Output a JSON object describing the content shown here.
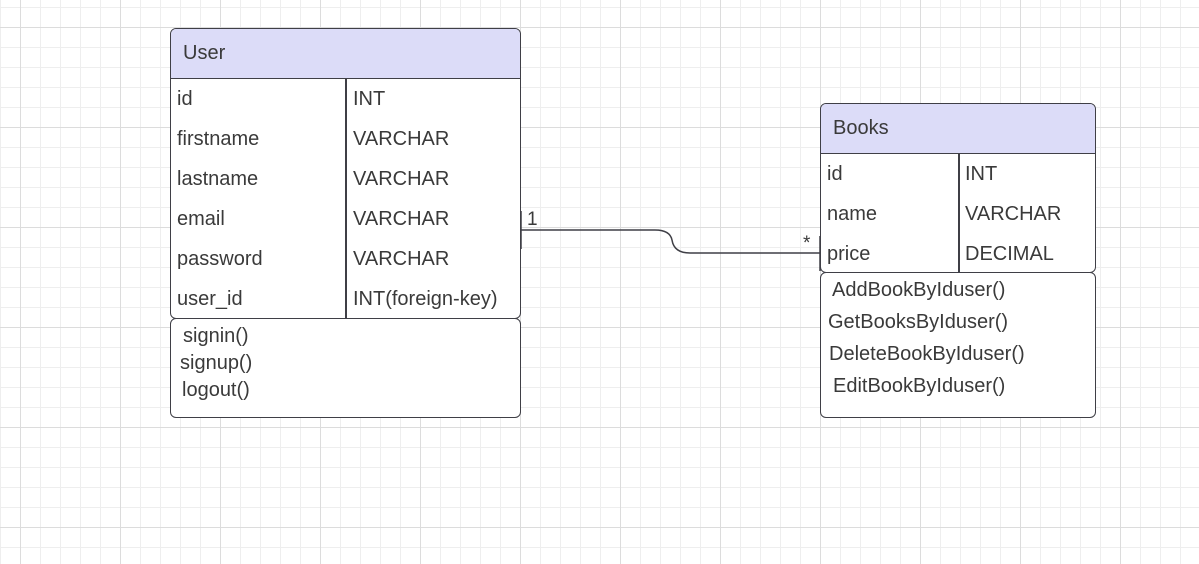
{
  "user_entity": {
    "title": "User",
    "attributes": [
      {
        "name": "id",
        "type": "INT"
      },
      {
        "name": "firstname",
        "type": "VARCHAR"
      },
      {
        "name": "lastname",
        "type": "VARCHAR"
      },
      {
        "name": "email",
        "type": "VARCHAR"
      },
      {
        "name": "password",
        "type": "VARCHAR"
      },
      {
        "name": "user_id",
        "type": "INT(foreign-key)"
      }
    ],
    "methods": [
      "signin()",
      "signup()",
      "logout()"
    ]
  },
  "books_entity": {
    "title": "Books",
    "attributes": [
      {
        "name": "id",
        "type": "INT"
      },
      {
        "name": "name",
        "type": "VARCHAR"
      },
      {
        "name": "price",
        "type": "DECIMAL"
      }
    ],
    "methods": [
      "AddBookByIduser()",
      "GetBooksByIduser()",
      "DeleteBookByIduser()",
      "EditBookByIduser()"
    ]
  },
  "relationship": {
    "user_multiplicity": "1",
    "books_multiplicity": "*"
  },
  "colors": {
    "header_fill": "#dcdcf8",
    "border": "#3f3f46",
    "text": "#3a3a3a"
  }
}
